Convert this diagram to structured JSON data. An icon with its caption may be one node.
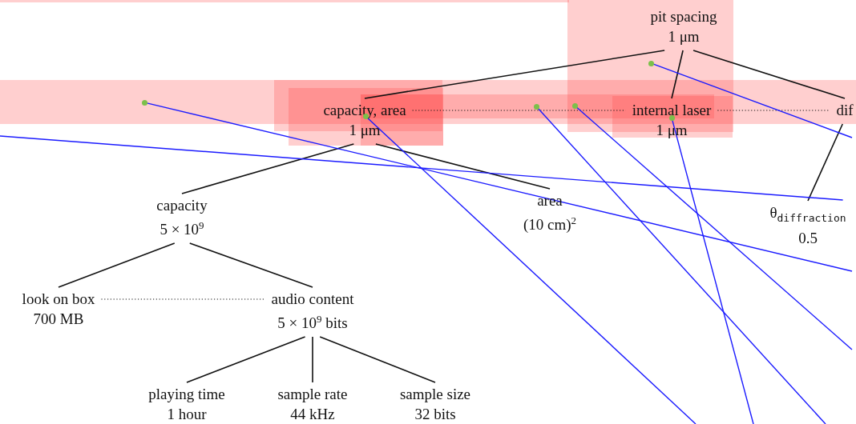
{
  "diagram": {
    "nodes": [
      {
        "text": [
          "pit spacing",
          "1 μm"
        ]
      },
      {
        "text": [
          "capacity, area",
          "1 μm"
        ]
      },
      {
        "text": [
          "internal laser",
          "1 μm"
        ]
      },
      {
        "text": [
          "dif"
        ]
      },
      {
        "text": [
          "capacity",
          "5 × 10$^{9}$"
        ]
      },
      {
        "text": [
          "area",
          "(10 cm)$^{2}$"
        ]
      },
      {
        "text": [
          "θ$_{diffraction}$",
          "0.5"
        ]
      },
      {
        "text": [
          "look on box",
          "700 MB"
        ]
      },
      {
        "text": [
          "audio content",
          "5 × 10$^{9}$ bits"
        ]
      },
      {
        "text": [
          "playing time",
          "1 hour"
        ]
      },
      {
        "text": [
          "sample rate",
          "44 kHz"
        ]
      },
      {
        "text": [
          "sample size",
          "32 bits"
        ]
      },
      {
        "text": [],
        "shape": "circle"
      },
      {
        "text": [],
        "shape": "circle"
      },
      {
        "text": [],
        "shape": "circle"
      },
      {
        "text": [],
        "shape": "circle"
      },
      {
        "text": [],
        "shape": "circle",
        "in": 1
      },
      {
        "text": [],
        "shape": "circle",
        "in": 2
      }
    ],
    "edges": [
      {
        "from": 0,
        "to": 1,
        "arrow": "none"
      },
      {
        "from": 0,
        "to": 2,
        "arrow": "none"
      },
      {
        "from": 0,
        "to": 3,
        "arrow": "none"
      },
      {
        "from": 1,
        "to": 2,
        "arrow": "none",
        "style": "dashed"
      },
      {
        "from": 2,
        "to": 3,
        "arrow": "none",
        "style": "dashed"
      },
      {
        "from": 1,
        "to": 4,
        "arrow": "none"
      },
      {
        "from": 1,
        "to": 5,
        "arrow": "none"
      },
      {
        "from": 3,
        "to": 6,
        "arrow": "none"
      },
      {
        "from": 4,
        "to": 7,
        "arrow": "none"
      },
      {
        "from": 4,
        "to": 8,
        "arrow": "none"
      },
      {
        "from": 7,
        "to": 8,
        "arrow": "none",
        "style": "dashed"
      },
      {
        "from": 8,
        "to": 9,
        "arrow": "none"
      },
      {
        "from": 8,
        "to": 10,
        "arrow": "none"
      },
      {
        "from": 8,
        "to": 11,
        "arrow": "none"
      },
      {
        "from": 12,
        "to": null,
        "arrow": "none",
        "color": "#1a1aff"
      },
      {
        "from": 13,
        "to": null,
        "arrow": "none",
        "color": "#1a1aff"
      },
      {
        "from": 14,
        "to": null,
        "arrow": "none",
        "color": "#1a1aff"
      },
      {
        "from": 15,
        "to": null,
        "arrow": "none",
        "color": "#1a1aff"
      },
      {
        "from": 16,
        "to": null,
        "arrow": "none",
        "color": "#1a1aff"
      },
      {
        "from": 17,
        "to": null,
        "arrow": "none",
        "color": "#1a1aff"
      },
      {
        "from": null,
        "to": 6,
        "arrow": "none",
        "color": "#1a1aff"
      }
    ]
  }
}
